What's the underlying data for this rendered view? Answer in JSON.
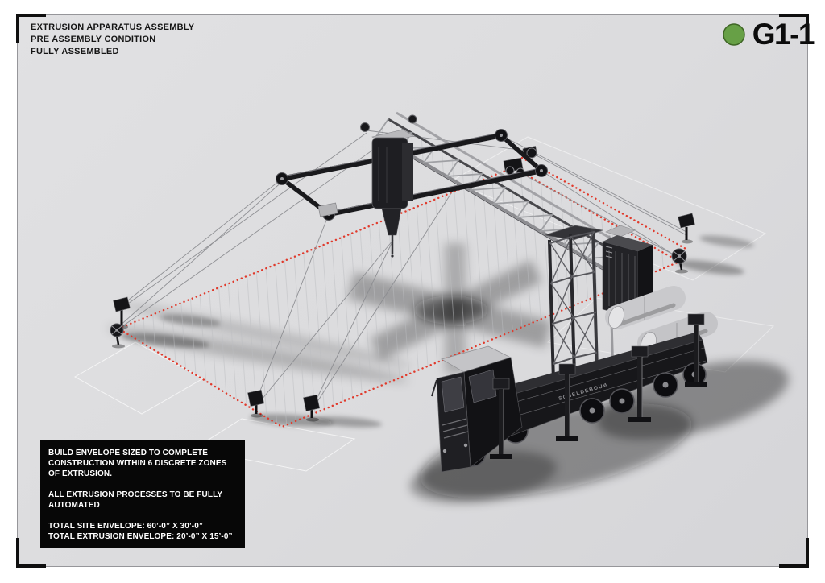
{
  "board": {
    "title_lines": [
      "EXTRUSION APPARATUS ASSEMBLY",
      "PRE ASSEMBLY CONDITION",
      "FULLY ASSEMBLED"
    ],
    "badge": {
      "code": "G1-1",
      "dot_color": "#67A046"
    },
    "notes": {
      "p1": "BUILD ENVELOPE SIZED TO COMPLETE CONSTRUCTION WITHIN 6 DISCRETE ZONES OF EXTRUSION.",
      "p2": "ALL EXTRUSION PROCESSES TO BE FULLY AUTOMATED",
      "p3": "TOTAL SITE ENVELOPE: 60’-0” X 30’-0”",
      "p4": "TOTAL EXTRUSION ENVELOPE: 20’-0” X 15’-0”"
    },
    "illustration": {
      "trailer_label": "SCHELDEBOUW",
      "envelope_color": "#E03A2C"
    }
  }
}
